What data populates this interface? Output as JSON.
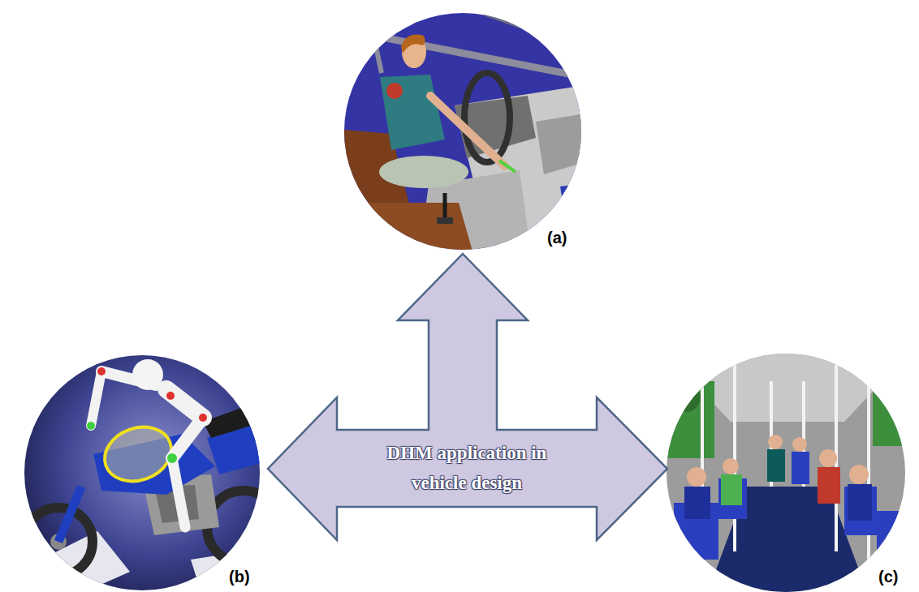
{
  "diagram": {
    "nodes": [
      {
        "text": [
          "DHM application in vehicle design"
        ]
      }
    ],
    "labels": [
      "(a)",
      "(b)",
      "(c)"
    ]
  }
}
